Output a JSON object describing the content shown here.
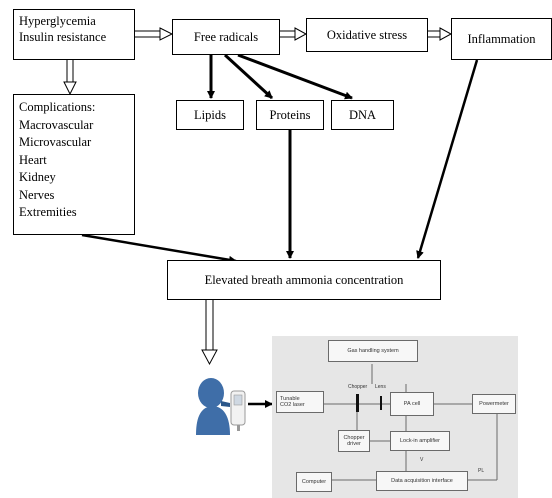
{
  "boxes": {
    "hyperglycemia": [
      "Hyperglycemia",
      "Insulin resistance"
    ],
    "free_radicals": "Free radicals",
    "oxidative_stress": "Oxidative stress",
    "inflammation": "Inflammation",
    "lipids": "Lipids",
    "proteins": "Proteins",
    "dna": "DNA",
    "complications": [
      "Complications:",
      "Macrovascular",
      "Microvascular",
      "Heart",
      "Kidney",
      "Nerves",
      "Extremities"
    ],
    "ammonia": "Elevated breath ammonia concentration"
  },
  "setup": {
    "gas_handling": "Gas handling system",
    "laser": [
      "Tunable",
      "CO2 laser"
    ],
    "chopper_label": "Chopper",
    "lens_label": "Lens",
    "pa_cell": "PA cell",
    "powermeter": "Powermeter",
    "chopper_driver": [
      "Chopper",
      "driver"
    ],
    "lockin": "Lock-in amplifier",
    "v_label": "V",
    "p_label": "PL",
    "daq": "Data acquisition interface",
    "computer": "Computer"
  },
  "colors": {
    "line": "#000000",
    "setup_bg": "#e6e6e6",
    "person": "#3f6ea8"
  }
}
